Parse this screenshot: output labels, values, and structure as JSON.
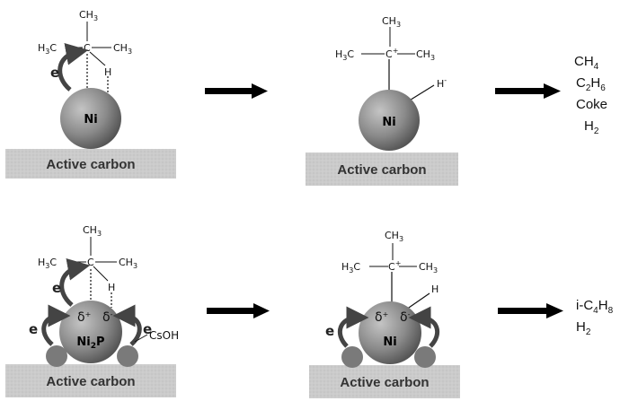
{
  "top_row": {
    "panel1": {
      "support_label": "Active carbon",
      "metal_label": "Ni",
      "electron_label": "e",
      "methyl_top": "CH",
      "methyl_sub": "3",
      "methyl_left": "H",
      "methyl_left_sub": "3",
      "methyl_left_tail": "C",
      "methyl_right": "CH",
      "methyl_right_sub": "3",
      "center_atom": "C",
      "hydrogen": "H"
    },
    "panel2": {
      "support_label": "Active carbon",
      "metal_label": "Ni",
      "methyl_top": "CH",
      "methyl_sub": "3",
      "methyl_left": "H",
      "methyl_left_sub": "3",
      "methyl_left_tail": "C",
      "methyl_right": "CH",
      "methyl_right_sub": "3",
      "center_atom": "C",
      "center_charge": "+",
      "hydride": "H",
      "hydride_charge": "-"
    },
    "products": [
      {
        "base": "CH",
        "sub": "4",
        "tail": "",
        "sub2": ""
      },
      {
        "base": "C",
        "sub": "2",
        "tail": "H",
        "sub2": "6"
      },
      {
        "base": "Coke",
        "sub": "",
        "tail": "",
        "sub2": ""
      },
      {
        "base": "H",
        "sub": "2",
        "tail": "",
        "sub2": ""
      }
    ]
  },
  "bottom_row": {
    "panel1": {
      "support_label": "Active carbon",
      "metal_label_base": "Ni",
      "metal_label_sub": "2",
      "metal_label_tail": "P",
      "electron_label": "e",
      "delta_plus": "δ",
      "delta_plus_sign": "+",
      "delta_minus": "δ",
      "delta_minus_sign": "-",
      "promoter_label": "CsOH",
      "methyl_top": "CH",
      "methyl_sub": "3",
      "methyl_left": "H",
      "methyl_left_sub": "3",
      "methyl_left_tail": "C",
      "methyl_right": "CH",
      "methyl_right_sub": "3",
      "center_atom": "C",
      "hydrogen": "H"
    },
    "panel2": {
      "support_label": "Active carbon",
      "metal_label": "Ni",
      "electron_label": "e",
      "delta_plus": "δ",
      "delta_plus_sign": "+",
      "delta_minus": "δ",
      "delta_minus_sign": "-",
      "methyl_top": "CH",
      "methyl_sub": "3",
      "methyl_left": "H",
      "methyl_left_sub": "3",
      "methyl_left_tail": "C",
      "methyl_right": "CH",
      "methyl_right_sub": "3",
      "center_atom": "C",
      "center_charge": "+",
      "hydrogen": "H"
    },
    "products": [
      {
        "base": "i-C",
        "sub": "4",
        "tail": "H",
        "sub2": "8"
      },
      {
        "base": "H",
        "sub": "2",
        "tail": "",
        "sub2": ""
      }
    ]
  },
  "colors": {
    "slab": "#c9c9c9",
    "slab_text": "#333333",
    "ball_light": "#b5b5b5",
    "ball_dark": "#4a4a4a",
    "small_ball": "#7a7a7a",
    "arrow": "#000000",
    "curved_arrow": "#444444"
  },
  "icons": [
    "curved-electron-arrow-icon",
    "right-arrow-icon"
  ]
}
